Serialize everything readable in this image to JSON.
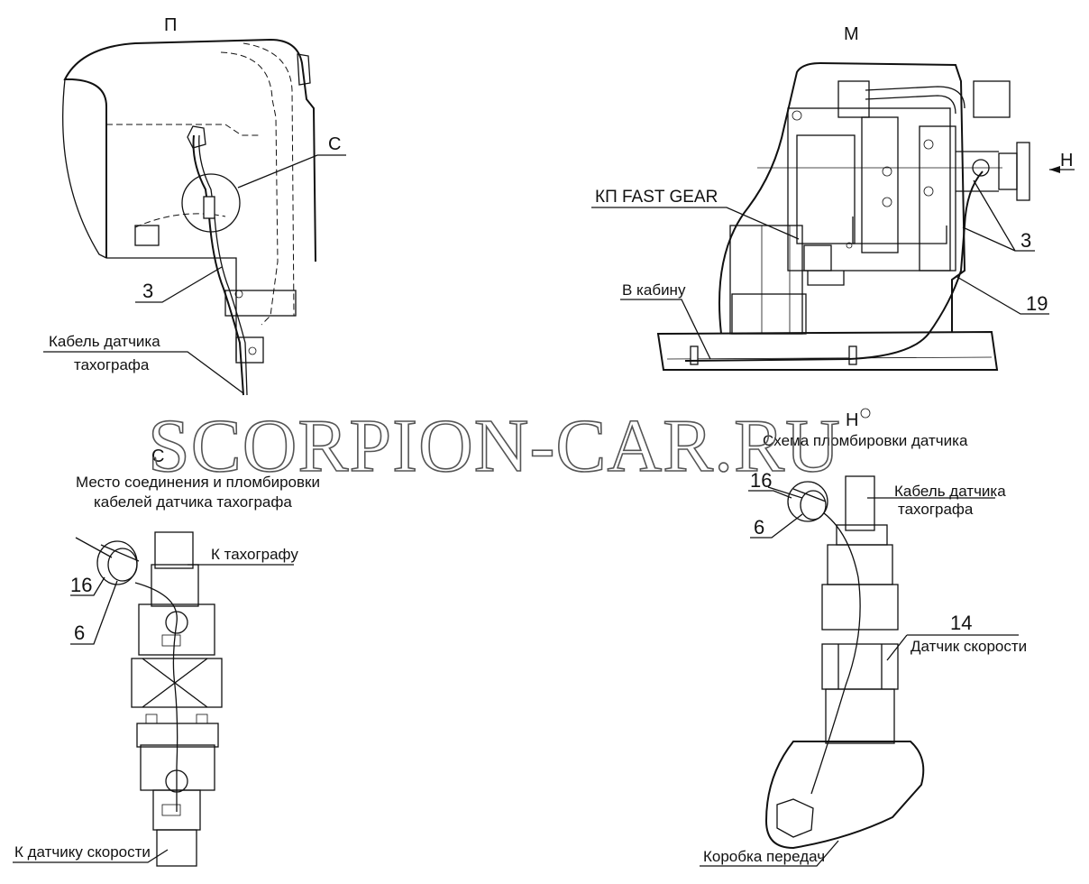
{
  "views": {
    "view_p": "П",
    "view_m": "М",
    "view_c": "С",
    "view_h": "Н"
  },
  "watermark": "SCORPION-CAR.RU",
  "view_p_labels": {
    "callout_c": "С",
    "callout_3": "3",
    "tacho_cable_line1": "Кабель датчика",
    "tacho_cable_line2": "тахографа"
  },
  "view_m_labels": {
    "gearbox": "КП FAST GEAR",
    "to_cabin": "В кабину",
    "arrow_h": "Н",
    "callout_3": "3",
    "callout_19": "19"
  },
  "view_c_labels": {
    "title_line1": "Место соединения и пломбировки",
    "title_line2": "кабелей датчика тахографа",
    "to_tachograph": "К тахографу",
    "to_speed_sensor": "К датчику скорости",
    "callout_16": "16",
    "callout_6": "6"
  },
  "view_h_labels": {
    "title": "Схема пломбировки датчика",
    "tacho_cable_line1": "Кабель датчика",
    "tacho_cable_line2": "тахографа",
    "callout_16": "16",
    "callout_6": "6",
    "callout_14": "14",
    "speed_sensor": "Датчик скорости",
    "gearbox_housing": "Коробка передач"
  }
}
